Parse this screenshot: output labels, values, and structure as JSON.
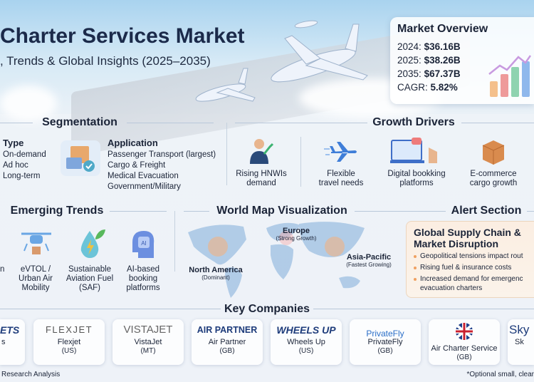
{
  "header": {
    "title": "Charter Services Market",
    "subtitle": ", Trends & Global Insights (2025–2035)"
  },
  "market_overview": {
    "title": "Market Overview",
    "rows": [
      {
        "label": "2024:",
        "value": "$36.16B"
      },
      {
        "label": "2025:",
        "value": "$38.26B"
      },
      {
        "label": "2035:",
        "value": "$67.37B"
      },
      {
        "label": "CAGR:",
        "value": "5.82%"
      }
    ]
  },
  "segmentation": {
    "title": "Segmentation",
    "type_title": "Type",
    "types": [
      "On-demand",
      "Ad hoc",
      "Long-term"
    ],
    "app_title": "Application",
    "applications": [
      "Passenger Transport (largest)",
      "Cargo & Freight",
      "Medical Evacuation",
      "Government/Military"
    ]
  },
  "growth_drivers": {
    "title": "Growth Drivers",
    "items": [
      {
        "l1": "Rising HNWIs",
        "l2": "demand"
      },
      {
        "l1": "Flexible",
        "l2": "travel needs"
      },
      {
        "l1": "Digital bookking",
        "l2": "platforms"
      },
      {
        "l1": "E-commerce",
        "l2": "cargo growth"
      }
    ]
  },
  "emerging_trends": {
    "title": "Emerging Trends",
    "partial": "n",
    "items": [
      {
        "l1": "eVTOL /",
        "l2": "Urban Air",
        "l3": "Mobility"
      },
      {
        "l1": "Sustainable",
        "l2": "Aviation Fuel",
        "l3": "(SAF)"
      },
      {
        "l1": "AI-based",
        "l2": "booking",
        "l3": "platforms"
      }
    ]
  },
  "world_map": {
    "title": "World Map Visualization",
    "regions": [
      {
        "name": "Europe",
        "note": "(Strong Growth)"
      },
      {
        "name": "North America",
        "note": "(Dominant)"
      },
      {
        "name": "Asia-Pacific",
        "note": "(Fastest Growing)"
      }
    ]
  },
  "alert": {
    "title": "Alert Section",
    "box_title_1": "Global Supply Chain &",
    "box_title_2": "Market Disruption",
    "bullets": [
      "Geopolitical tensions impact rout",
      "Rising fuel & insurance costs",
      "Increased demand for emergenc"
    ],
    "bullet_cont": "evacuation charters"
  },
  "key_companies": {
    "title": "Key Companies",
    "items": [
      {
        "logo": "ETS",
        "name": "s",
        "country": ""
      },
      {
        "logo": "FLEXJET",
        "name": "Flexjet",
        "country": "(US)"
      },
      {
        "logo": "VISTAJET",
        "name": "VistaJet",
        "country": "(MT)"
      },
      {
        "logo": "AIR PARTNER",
        "name": "Air Partner",
        "country": "(GB)"
      },
      {
        "logo": "WHEELS UP",
        "name": "Wheels Up",
        "country": "(US)"
      },
      {
        "logo": "PrivateFly",
        "name": "PrivateFly",
        "country": "(GB)"
      },
      {
        "logo": "",
        "name": "Air Charter Service",
        "country": "(GB)"
      },
      {
        "logo": "Sky",
        "name": "Sk",
        "country": ""
      }
    ]
  },
  "footer": {
    "left": "Research Analysis",
    "right": "*Optional small, clear"
  },
  "colors": {
    "navy": "#1b2a4a",
    "alert_bg": "#fbeee2",
    "accent": "#f0a060"
  }
}
